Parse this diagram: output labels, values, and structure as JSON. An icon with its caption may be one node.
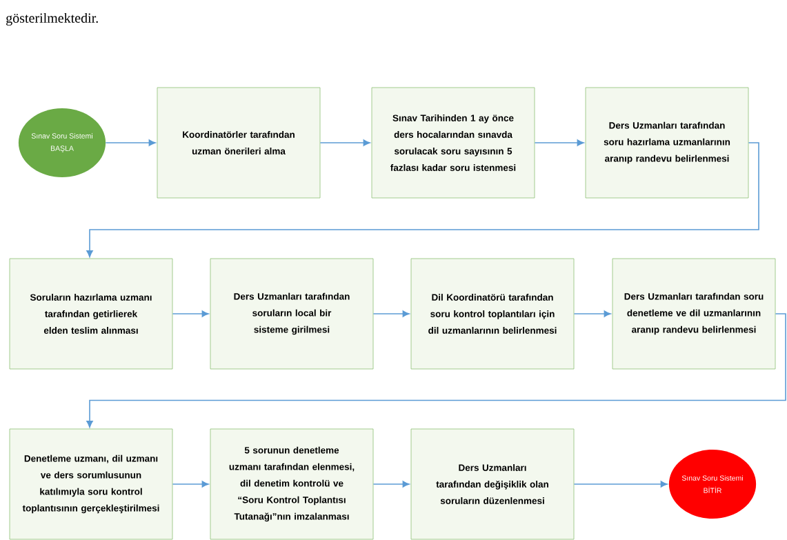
{
  "diagram": {
    "nodes": [
      {
        "text": [
          "Sınav Soru Sistemi",
          "BAŞLA"
        ]
      },
      {
        "text": [
          "Koordinatörler tarafından uzman önerileri alma"
        ]
      },
      {
        "text": [
          "Sınav Tarihinden 1 ay önce ders hocalarından sınavda sorulacak soru sayısının 5 fazlası kadar soru istenmesi"
        ]
      },
      {
        "text": [
          "Ders Uzmanları tarafından soru hazırlama uzmanlarının aranıp randevu belirlenmesi"
        ]
      },
      {
        "text": [
          "Soruların hazırlama uzmanı tarafından getirlierek elden teslim alınması"
        ]
      },
      {
        "text": [
          "Ders Uzmanları tarafından soruların local bir sisteme girilmesi"
        ]
      },
      {
        "text": [
          "Dil Koordinatörü tarafından soru kontrol toplantıları için dil uzmanlarının belirlenmesi"
        ]
      },
      {
        "text": [
          "Ders Uzmanları tarafından soru denetleme ve dil uzmanlarının aranıp randevu belirlenmesi"
        ]
      },
      {
        "text": [
          "Denetleme uzmanı, dil uzmanı ve ders sorumlusunun katılımıyla soru kontrol toplantısının gerçekleştirilmesi"
        ]
      },
      {
        "text": [
          "5 sorunun denetleme uzmanı tarafından elenmesi, dil denetim kontrolü ve “Soru Kontrol Toplantısı Tutanağı”nın imzalanması"
        ]
      },
      {
        "text": [
          "Ders Uzmanları tarafından değişiklik olan soruların düzenlenmesi"
        ]
      },
      {
        "text": [
          "Sınav Soru Sistemi",
          "BİTİR"
        ]
      }
    ],
    "edges": [
      {
        "from": 0,
        "to": 1,
        "arrow": "to"
      },
      {
        "from": 1,
        "to": 2,
        "arrow": "to"
      },
      {
        "from": 2,
        "to": 3,
        "arrow": "to"
      },
      {
        "from": 3,
        "to": 4,
        "arrow": "to"
      },
      {
        "from": 4,
        "to": 5,
        "arrow": "to"
      },
      {
        "from": 5,
        "to": 6,
        "arrow": "to"
      },
      {
        "from": 6,
        "to": 7,
        "arrow": "to"
      },
      {
        "from": 7,
        "to": 8,
        "arrow": "to"
      },
      {
        "from": 8,
        "to": 9,
        "arrow": "to"
      },
      {
        "from": 9,
        "to": 10,
        "arrow": "to"
      },
      {
        "from": 10,
        "to": 11,
        "arrow": "to"
      }
    ],
    "labels": [
      "gösterilmektedir."
    ]
  }
}
